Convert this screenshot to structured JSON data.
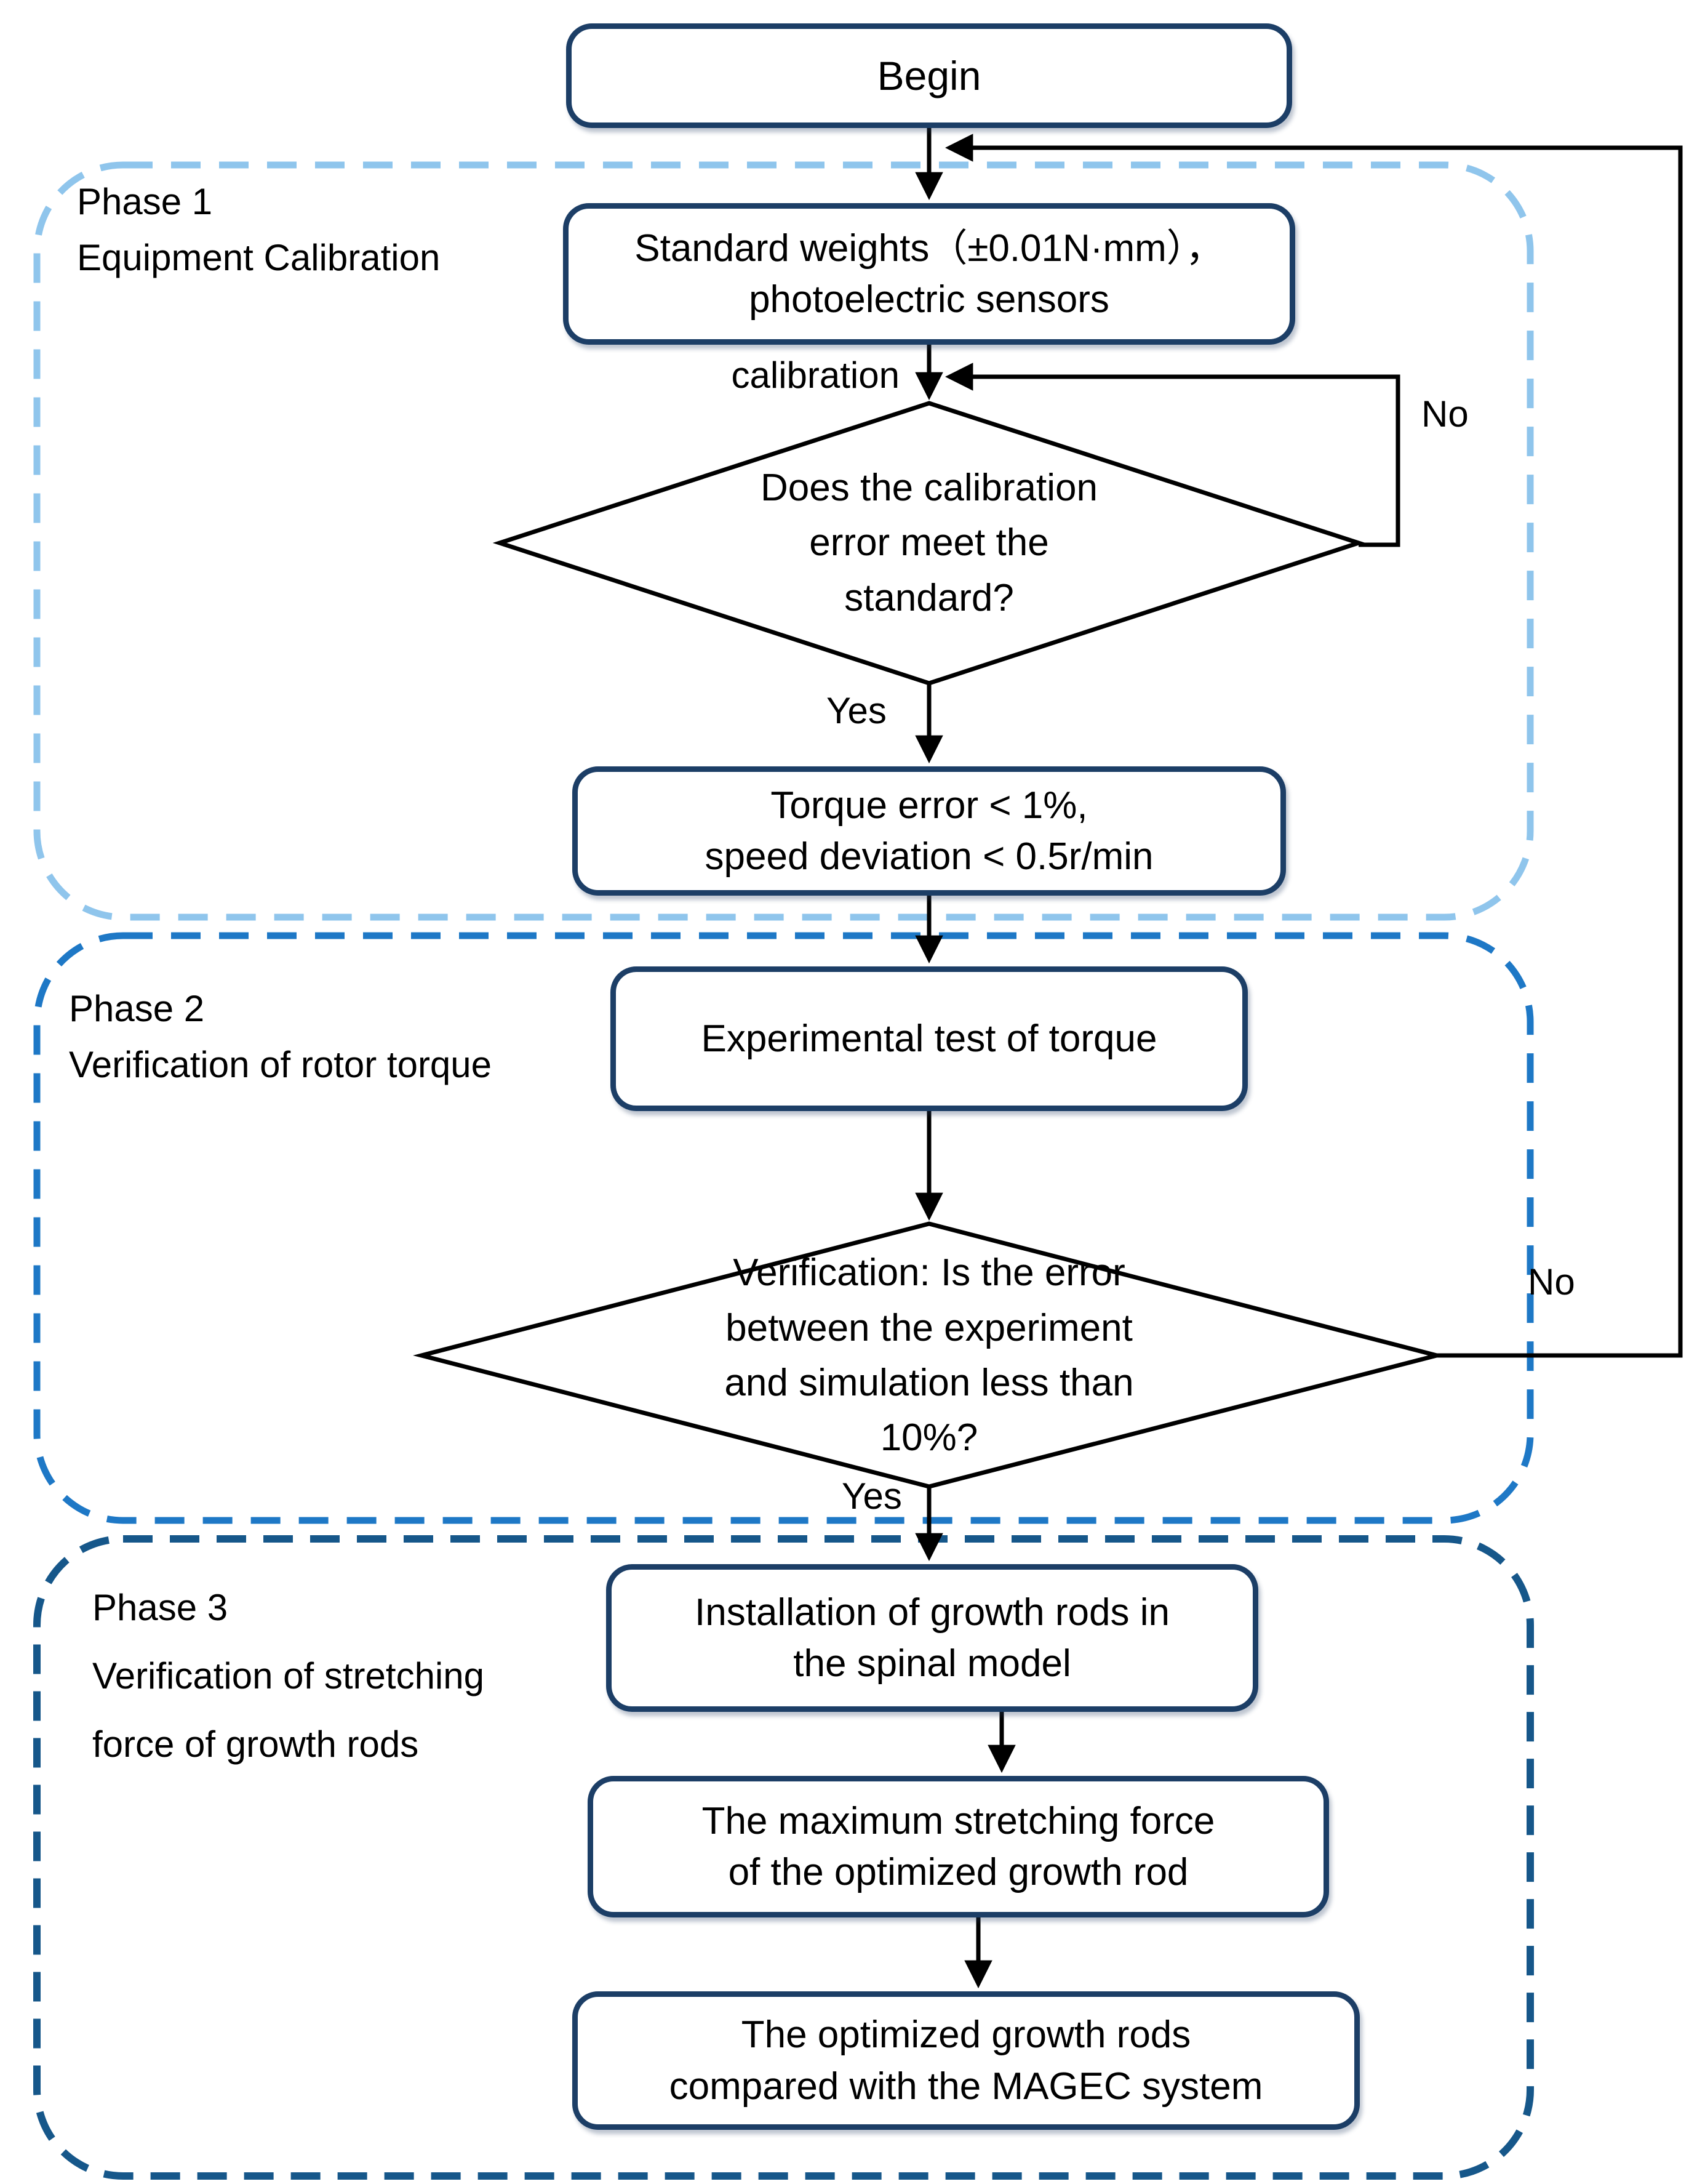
{
  "begin": {
    "label": "Begin"
  },
  "phases": [
    {
      "label_lines": [
        "Phase 1",
        "Equipment Calibration"
      ],
      "border_color": "#8FC5EC"
    },
    {
      "label_lines": [
        "Phase 2",
        "Verification of rotor torque"
      ],
      "border_color": "#1E78C6"
    },
    {
      "label_lines": [
        "Phase 3",
        "Verification of stretching",
        "force of growth rods"
      ],
      "border_color": "#16578A"
    }
  ],
  "nodes": {
    "standard_weights": {
      "lines": [
        "Standard weights（±0.01N·mm），",
        "photoelectric sensors"
      ]
    },
    "calibration_check": {
      "lines": [
        "Does the calibration",
        "error meet the",
        "standard?"
      ]
    },
    "torque_result": {
      "lines": [
        "Torque error < 1%,",
        "speed deviation < 0.5r/min"
      ]
    },
    "experimental_test": {
      "lines": [
        "Experimental test of torque"
      ]
    },
    "verification_check": {
      "lines": [
        "Verification: Is the error",
        "between the experiment",
        "and simulation less than",
        "10%?"
      ]
    },
    "installation": {
      "lines": [
        "Installation of growth rods in",
        "the spinal model"
      ]
    },
    "max_force": {
      "lines": [
        "The maximum stretching force",
        "of the optimized growth rod"
      ]
    },
    "magec_compare": {
      "lines": [
        "The optimized growth rods",
        "compared with the MAGEC system"
      ]
    }
  },
  "edge_labels": {
    "calibration": "calibration",
    "yes_phase1": "Yes",
    "no_phase1": "No",
    "yes_phase2": "Yes",
    "no_phase2": "No"
  },
  "colors": {
    "node_border": "#1C3E66",
    "arrow": "#000000",
    "phase1_border": "#8FC5EC",
    "phase2_border": "#1E78C6",
    "phase3_border": "#16578A"
  }
}
